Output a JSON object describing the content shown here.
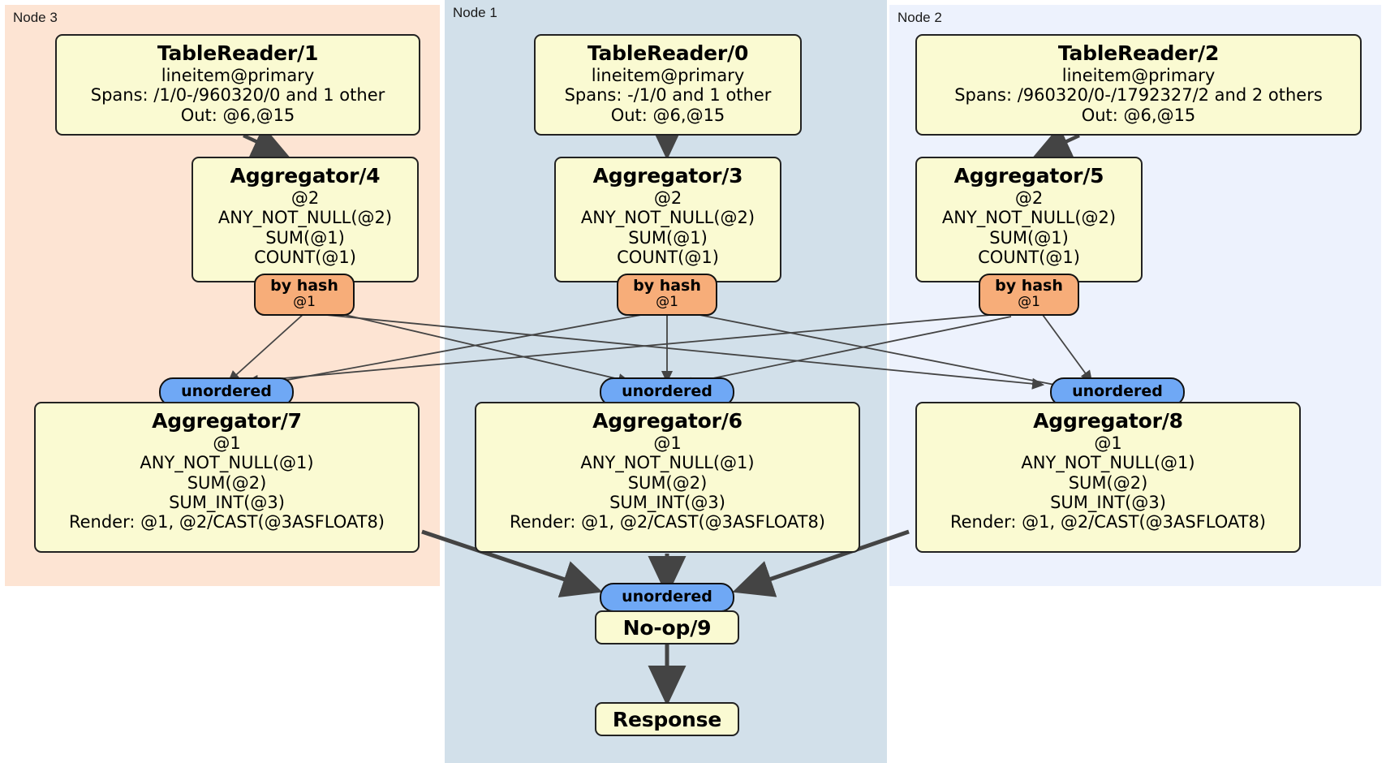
{
  "diagram": {
    "type": "distributed-query-plan",
    "panels": [
      {
        "id": "node3",
        "label": "Node 3",
        "color": "#fde4d3"
      },
      {
        "id": "node1",
        "label": "Node 1",
        "color": "#d2e0ea"
      },
      {
        "id": "node2",
        "label": "Node 2",
        "color": "#edf2fd"
      }
    ],
    "colors": {
      "box_fill": "#fafad2",
      "box_stroke": "#222222",
      "hash_pill": "#f7ad79",
      "unordered_pill": "#6fa8f5",
      "edge": "#444444"
    },
    "nodes": {
      "table_reader_1": {
        "title": "TableReader/1",
        "lines": [
          "lineitem@primary",
          "Spans: /1/0-/960320/0 and 1 other",
          "Out: @6,@15"
        ]
      },
      "table_reader_0": {
        "title": "TableReader/0",
        "lines": [
          "lineitem@primary",
          "Spans: -/1/0 and 1 other",
          "Out: @6,@15"
        ]
      },
      "table_reader_2": {
        "title": "TableReader/2",
        "lines": [
          "lineitem@primary",
          "Spans: /960320/0-/1792327/2 and 2 others",
          "Out: @6,@15"
        ]
      },
      "aggregator_4": {
        "title": "Aggregator/4",
        "lines": [
          "@2",
          "ANY_NOT_NULL(@2)",
          "SUM(@1)",
          "COUNT(@1)"
        ]
      },
      "aggregator_3": {
        "title": "Aggregator/3",
        "lines": [
          "@2",
          "ANY_NOT_NULL(@2)",
          "SUM(@1)",
          "COUNT(@1)"
        ]
      },
      "aggregator_5": {
        "title": "Aggregator/5",
        "lines": [
          "@2",
          "ANY_NOT_NULL(@2)",
          "SUM(@1)",
          "COUNT(@1)"
        ]
      },
      "aggregator_7": {
        "title": "Aggregator/7",
        "lines": [
          "@1",
          "ANY_NOT_NULL(@1)",
          "SUM(@2)",
          "SUM_INT(@3)",
          "Render: @1, @2/CAST(@3ASFLOAT8)"
        ]
      },
      "aggregator_6": {
        "title": "Aggregator/6",
        "lines": [
          "@1",
          "ANY_NOT_NULL(@1)",
          "SUM(@2)",
          "SUM_INT(@3)",
          "Render: @1, @2/CAST(@3ASFLOAT8)"
        ]
      },
      "aggregator_8": {
        "title": "Aggregator/8",
        "lines": [
          "@1",
          "ANY_NOT_NULL(@1)",
          "SUM(@2)",
          "SUM_INT(@3)",
          "Render: @1, @2/CAST(@3ASFLOAT8)"
        ]
      },
      "noop_9": {
        "title": "No-op/9"
      },
      "response": {
        "title": "Response"
      }
    },
    "pills": {
      "hash_left": {
        "kind": "by hash",
        "detail": "@1"
      },
      "hash_center": {
        "kind": "by hash",
        "detail": "@1"
      },
      "hash_right": {
        "kind": "by hash",
        "detail": "@1"
      },
      "unordered_left": {
        "kind": "unordered"
      },
      "unordered_center": {
        "kind": "unordered"
      },
      "unordered_right": {
        "kind": "unordered"
      },
      "unordered_final": {
        "kind": "unordered"
      }
    }
  }
}
